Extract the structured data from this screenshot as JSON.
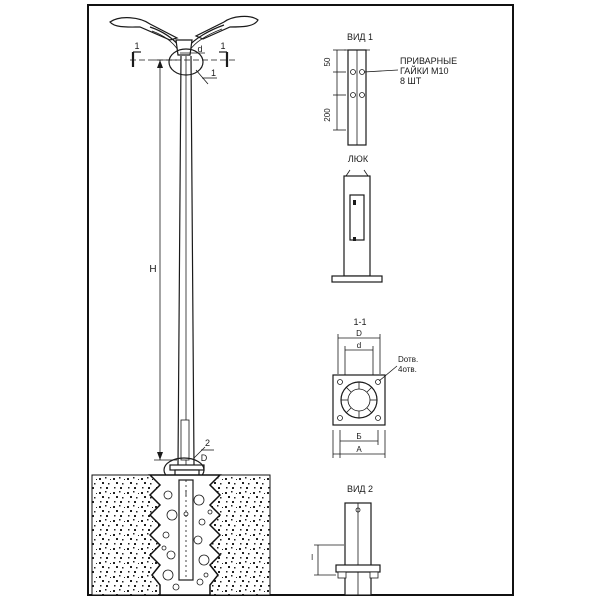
{
  "labels": {
    "section_mark": "1",
    "callout_1": "1",
    "callout_2": "2",
    "dim_d": "d",
    "dim_D": "D",
    "height": "H"
  },
  "view1": {
    "title": "ВИД 1",
    "dim_top": "50",
    "dim_bottom": "200",
    "note_line1": "ПРИВАРНЫЕ",
    "note_line2": "ГАЙКИ М10",
    "note_line3": "8 ШТ"
  },
  "hatch": {
    "title": "ЛЮК"
  },
  "section": {
    "title": "1-1",
    "dim_D": "D",
    "dim_d": "d",
    "hole_label_line1": "Dотв.",
    "hole_label_line2": "4отв.",
    "dim_B": "Б",
    "dim_A": "А"
  },
  "view2": {
    "title": "ВИД 2",
    "dim_l": "l"
  }
}
